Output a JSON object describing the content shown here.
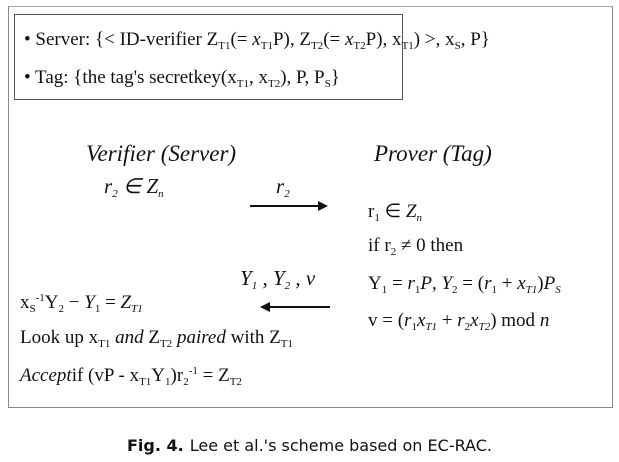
{
  "setup": {
    "server_line": [
      [
        "• Server: {< ID-verifier Z",
        "n"
      ],
      [
        "T1",
        "s"
      ],
      [
        "(= ",
        "n"
      ],
      [
        "x",
        "i"
      ],
      [
        "T1",
        "s"
      ],
      [
        "P), Z",
        "n"
      ],
      [
        "T2",
        "s"
      ],
      [
        "(= ",
        "n"
      ],
      [
        "x",
        "i"
      ],
      [
        "T2",
        "s"
      ],
      [
        "P), x",
        "n"
      ],
      [
        "T1",
        "s"
      ],
      [
        ") >, x",
        "n"
      ],
      [
        "S",
        "s"
      ],
      [
        ", P}",
        "n"
      ]
    ],
    "tag_line": [
      [
        "• Tag: {the tag's secretkey(x",
        "n"
      ],
      [
        "T1",
        "s"
      ],
      [
        ", x",
        "n"
      ],
      [
        "T2",
        "s"
      ],
      [
        "), P, P",
        "n"
      ],
      [
        "S",
        "s"
      ],
      [
        "}",
        "n"
      ]
    ]
  },
  "verifier_title": "Verifier (Server)",
  "prover_title": "Prover (Tag)",
  "verifier_init": [
    [
      "r",
      "i"
    ],
    [
      "2",
      "si"
    ],
    [
      " ∈ Z",
      "i"
    ],
    [
      "n",
      "si"
    ]
  ],
  "msg1_label": [
    [
      "r",
      "i"
    ],
    [
      "2",
      "si"
    ]
  ],
  "prover_steps": [
    [
      [
        "r",
        "n"
      ],
      [
        "1",
        "s"
      ],
      [
        " ∈ ",
        "n"
      ],
      [
        "Z",
        "i"
      ],
      [
        "n",
        "si"
      ]
    ],
    [
      [
        "if  r",
        "n"
      ],
      [
        "2",
        "s"
      ],
      [
        " ≠ 0 then",
        "n"
      ]
    ],
    [
      [
        "Y",
        "n"
      ],
      [
        "1",
        "s"
      ],
      [
        " = ",
        "n"
      ],
      [
        "r",
        "i"
      ],
      [
        "1",
        "s"
      ],
      [
        "P",
        "i"
      ],
      [
        ", ",
        "n"
      ],
      [
        "Y",
        "i"
      ],
      [
        "2",
        "s"
      ],
      [
        " = (",
        "n"
      ],
      [
        "r",
        "i"
      ],
      [
        "1",
        "s"
      ],
      [
        " + ",
        "n"
      ],
      [
        "x",
        "i"
      ],
      [
        "T1",
        "si"
      ],
      [
        ")",
        "n"
      ],
      [
        "P",
        "i"
      ],
      [
        "S",
        "si"
      ]
    ],
    [
      [
        "v = (",
        "n"
      ],
      [
        "r",
        "i"
      ],
      [
        "1",
        "s"
      ],
      [
        "x",
        "i"
      ],
      [
        "T1",
        "si"
      ],
      [
        " + ",
        "n"
      ],
      [
        "r",
        "i"
      ],
      [
        "2",
        "s"
      ],
      [
        "x",
        "i"
      ],
      [
        "T2",
        "si"
      ],
      [
        ") mod ",
        "n"
      ],
      [
        "n",
        "i"
      ]
    ]
  ],
  "msg2_label": [
    [
      "Y",
      "i"
    ],
    [
      "1",
      "si"
    ],
    [
      " , ",
      "i"
    ],
    [
      "Y",
      "i"
    ],
    [
      "2",
      "si"
    ],
    [
      " , v",
      "i"
    ]
  ],
  "verifier_steps": [
    [
      [
        "x",
        "n"
      ],
      [
        "S",
        "s"
      ],
      [
        "-1",
        "sup"
      ],
      [
        "Y",
        "n"
      ],
      [
        "2",
        "s"
      ],
      [
        " − ",
        "n"
      ],
      [
        "Y",
        "i"
      ],
      [
        "1",
        "s"
      ],
      [
        " = ",
        "n"
      ],
      [
        "Z",
        "i"
      ],
      [
        "T1",
        "si"
      ]
    ],
    [
      [
        "Look up x",
        "n"
      ],
      [
        "T1",
        "s"
      ],
      [
        " and ",
        "i"
      ],
      [
        "Z",
        "n"
      ],
      [
        "T2",
        "s"
      ],
      [
        " paired",
        "i"
      ],
      [
        " with Z",
        "n"
      ],
      [
        "T1",
        "s"
      ]
    ],
    [
      [
        "Accept",
        "i"
      ],
      [
        "if (vP - x",
        "n"
      ],
      [
        "T1",
        "s"
      ],
      [
        "Y",
        "n"
      ],
      [
        "1",
        "s"
      ],
      [
        ")r",
        "n"
      ],
      [
        "2",
        "s"
      ],
      [
        "-1",
        "sup"
      ],
      [
        " = Z",
        "n"
      ],
      [
        "T2",
        "s"
      ]
    ]
  ],
  "caption": {
    "label": "Fig. 4.",
    "text": "Lee et al.'s scheme based on EC-RAC."
  }
}
